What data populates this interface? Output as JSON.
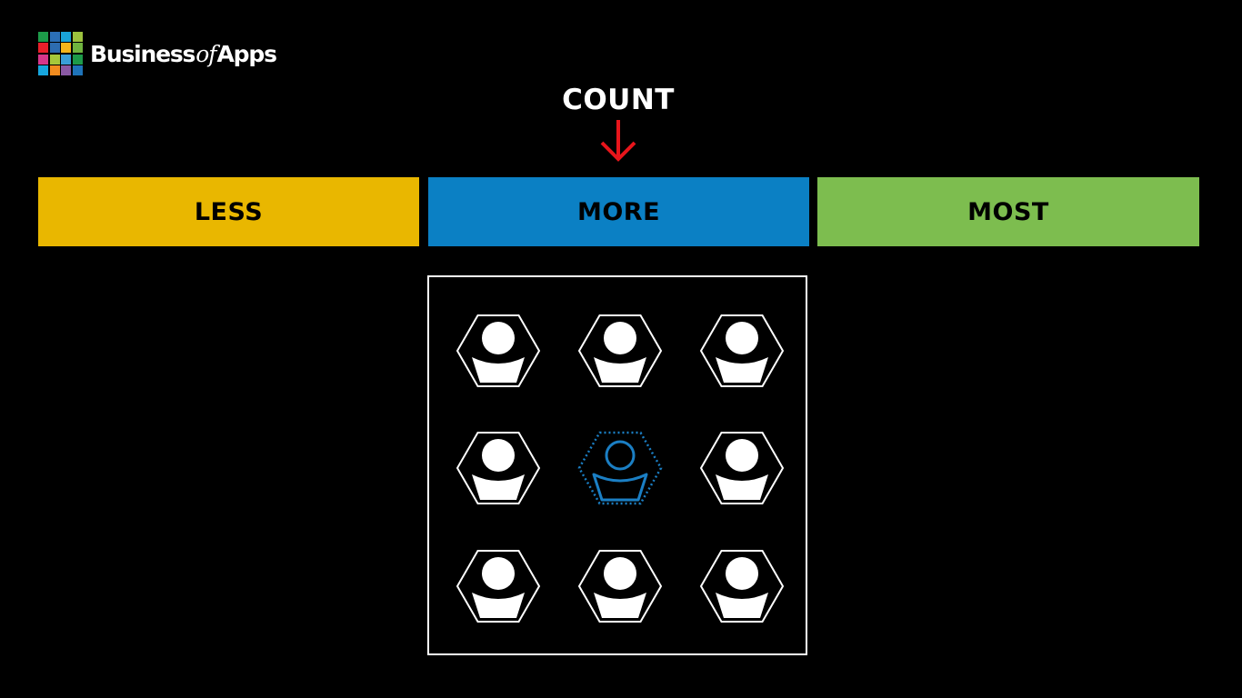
{
  "logo": {
    "word_main": "Business",
    "word_of": "of",
    "word_end": "Apps",
    "grid_colors": [
      "#1d9a49",
      "#2b6fb6",
      "#1aa3d8",
      "#9cc23e",
      "#e8202a",
      "#2d6cb0",
      "#f4b51b",
      "#6fb43f",
      "#d6368b",
      "#a6c83a",
      "#3a9fd8",
      "#1d9a49",
      "#17a6de",
      "#f28c1f",
      "#8a59a4",
      "#1e73b9"
    ]
  },
  "pointer": {
    "label": "COUNT",
    "arrow_color": "#e8151b"
  },
  "scale": {
    "segments": [
      {
        "label": "LESS",
        "color": "#e9b700"
      },
      {
        "label": "MORE",
        "color": "#0b80c4"
      },
      {
        "label": "MOST",
        "color": "#7dbd4f"
      }
    ]
  },
  "users": {
    "rows": 3,
    "cols": 3,
    "highlight_index": 4,
    "icon_color": "#ffffff",
    "highlight_color": "#1b7fc4"
  }
}
